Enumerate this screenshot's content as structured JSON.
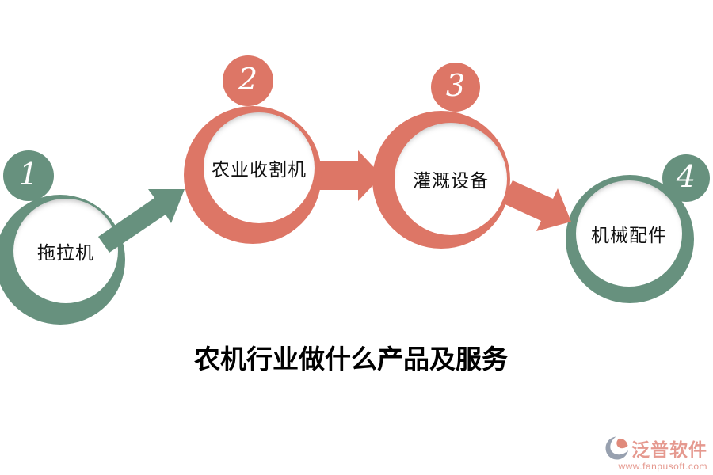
{
  "title": {
    "text": "农机行业做什么产品及服务"
  },
  "colors": {
    "green": "#67917E",
    "salmon": "#DD7666",
    "brand": "#E5998F",
    "logo_gray": "#97A0AF",
    "background": "#FFFFFF",
    "badge_number_color": "#FFFFFF",
    "label_color": "#111111"
  },
  "nodes": [
    {
      "number": "1",
      "label": "拖拉机",
      "color": "green"
    },
    {
      "number": "2",
      "label": "农业收割机",
      "color": "salmon"
    },
    {
      "number": "3",
      "label": "灌溉设备",
      "color": "salmon"
    },
    {
      "number": "4",
      "label": "机械配件",
      "color": "green"
    }
  ],
  "arrows": [
    {
      "from": "1",
      "to": "2",
      "color": "green"
    },
    {
      "from": "2",
      "to": "3",
      "color": "salmon"
    },
    {
      "from": "3",
      "to": "4",
      "color": "salmon"
    }
  ],
  "watermark": {
    "brand": "泛普软件",
    "url": "www.fanpusoft.com"
  }
}
